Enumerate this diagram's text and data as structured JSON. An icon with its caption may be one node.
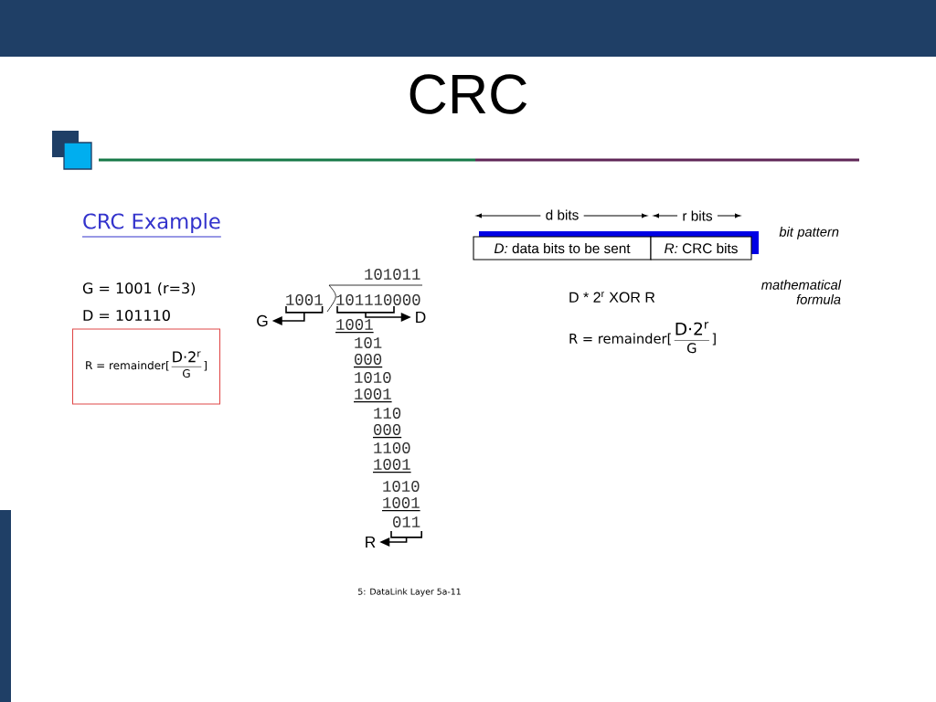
{
  "diagram": {
    "title": "CRC",
    "nodes": [
      {
        "text": [
          "*D:* data bits to be sent"
        ]
      },
      {
        "text": [
          "*R:* CRC bits"
        ]
      },
      {
        "text": [
          "R = remainder[",
          "D·2$^{r}$",
          "G",
          "]"
        ]
      },
      {
        "text": [
          "1001"
        ]
      },
      {
        "text": [
          "101110000"
        ]
      },
      {
        "text": [
          "G"
        ]
      },
      {
        "text": [
          "D"
        ]
      },
      {
        "text": [
          "011"
        ]
      },
      {
        "text": [
          "R"
        ]
      }
    ],
    "edges": [
      {
        "from": 3,
        "to": 5,
        "arrow": "to"
      },
      {
        "from": 4,
        "to": 6,
        "arrow": "to"
      },
      {
        "from": 7,
        "to": 8,
        "arrow": "to"
      }
    ],
    "labels": [
      "CRC Example",
      "G = 1001  (r=3)",
      "D = 101110",
      "101011",
      "1001",
      "101",
      "000",
      "1010",
      "1001",
      "110",
      "000",
      "1100",
      "1001",
      "1010",
      "1001",
      "d bits",
      "r bits",
      "bit pattern",
      "mathematical formula",
      "D * 2$^{r}$   XOR   R",
      "R = remainder[",
      "D·2$^{r}$",
      "G",
      "]",
      "5: DataLink Layer   5a-11"
    ]
  }
}
